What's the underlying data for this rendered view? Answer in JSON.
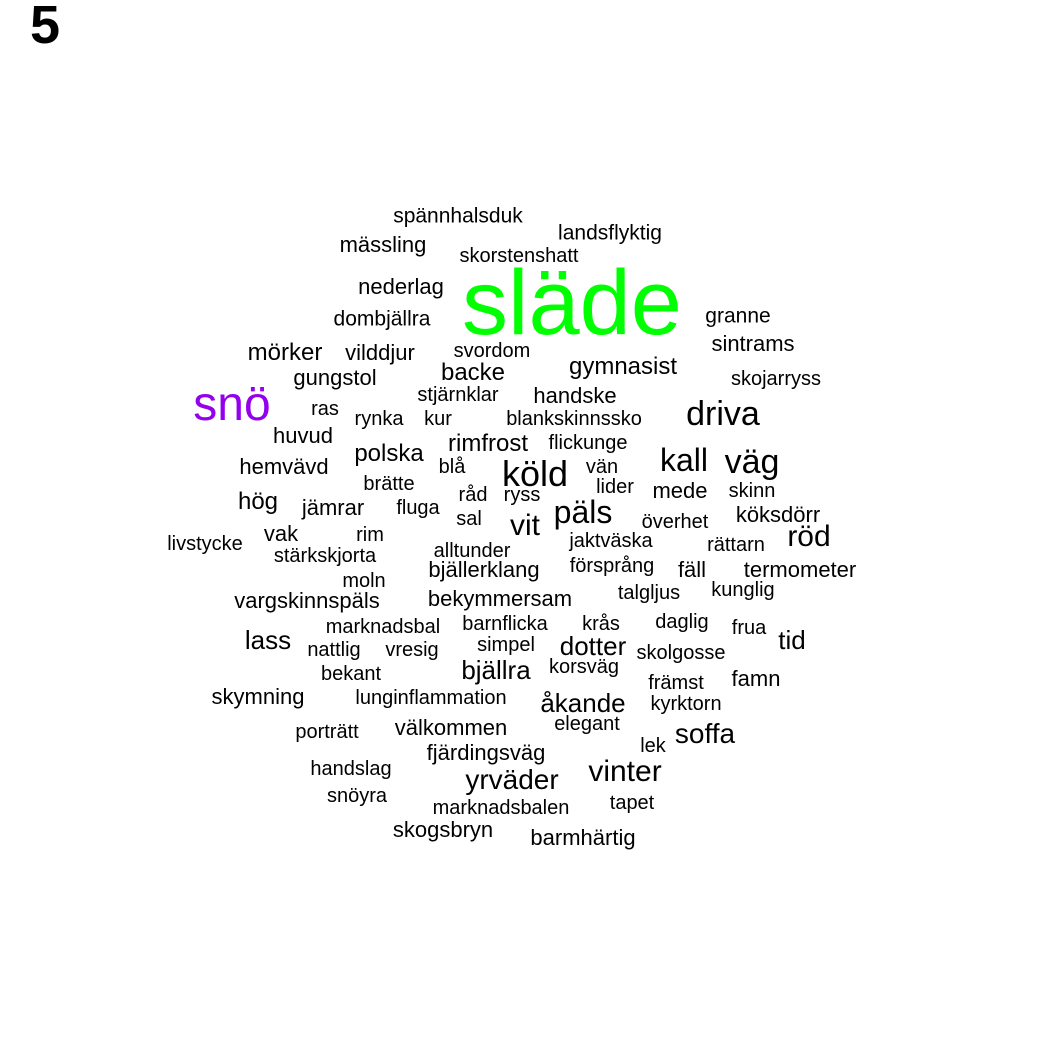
{
  "panel_label": "5",
  "word_cloud": {
    "colors": {
      "default": "#000000",
      "highlight_primary": "#00ff00",
      "highlight_secondary": "#9400ee"
    },
    "words": [
      {
        "text": "släde",
        "color": "#00ff00"
      },
      {
        "text": "snö",
        "color": "#9400ee"
      },
      {
        "text": "köld"
      },
      {
        "text": "driva"
      },
      {
        "text": "kall"
      },
      {
        "text": "väg"
      },
      {
        "text": "päls"
      },
      {
        "text": "vit"
      },
      {
        "text": "röd"
      },
      {
        "text": "vinter"
      },
      {
        "text": "yrväder"
      },
      {
        "text": "soffa"
      },
      {
        "text": "åkande"
      },
      {
        "text": "dotter"
      },
      {
        "text": "bjällra"
      },
      {
        "text": "lass"
      },
      {
        "text": "tid"
      },
      {
        "text": "hög"
      },
      {
        "text": "backe"
      },
      {
        "text": "gymnasist"
      },
      {
        "text": "polska"
      },
      {
        "text": "rimfrost"
      },
      {
        "text": "spännhalsduk"
      },
      {
        "text": "landsflyktig"
      },
      {
        "text": "mässling"
      },
      {
        "text": "skorstenshatt"
      },
      {
        "text": "nederlag"
      },
      {
        "text": "dombjällra"
      },
      {
        "text": "granne"
      },
      {
        "text": "sintrams"
      },
      {
        "text": "mörker"
      },
      {
        "text": "vilddjur"
      },
      {
        "text": "svordom"
      },
      {
        "text": "gungstol"
      },
      {
        "text": "skojarryss"
      },
      {
        "text": "stjärnklar"
      },
      {
        "text": "handske"
      },
      {
        "text": "ras"
      },
      {
        "text": "rynka"
      },
      {
        "text": "kur"
      },
      {
        "text": "blankskinnssko"
      },
      {
        "text": "huvud"
      },
      {
        "text": "flickunge"
      },
      {
        "text": "hemvävd"
      },
      {
        "text": "blå"
      },
      {
        "text": "vän"
      },
      {
        "text": "brätte"
      },
      {
        "text": "lider"
      },
      {
        "text": "mede"
      },
      {
        "text": "skinn"
      },
      {
        "text": "råd"
      },
      {
        "text": "ryss"
      },
      {
        "text": "jämrar"
      },
      {
        "text": "fluga"
      },
      {
        "text": "köksdörr"
      },
      {
        "text": "sal"
      },
      {
        "text": "överhet"
      },
      {
        "text": "vak"
      },
      {
        "text": "rim"
      },
      {
        "text": "livstycke"
      },
      {
        "text": "jaktväska"
      },
      {
        "text": "rättarn"
      },
      {
        "text": "stärkskjorta"
      },
      {
        "text": "alltunder"
      },
      {
        "text": "försprång"
      },
      {
        "text": "fäll"
      },
      {
        "text": "bjällerklang"
      },
      {
        "text": "termometer"
      },
      {
        "text": "moln"
      },
      {
        "text": "talgljus"
      },
      {
        "text": "kunglig"
      },
      {
        "text": "vargskinnspäls"
      },
      {
        "text": "bekymmersam"
      },
      {
        "text": "marknadsbal"
      },
      {
        "text": "barnflicka"
      },
      {
        "text": "krås"
      },
      {
        "text": "daglig"
      },
      {
        "text": "frua"
      },
      {
        "text": "nattlig"
      },
      {
        "text": "vresig"
      },
      {
        "text": "simpel"
      },
      {
        "text": "skolgosse"
      },
      {
        "text": "bekant"
      },
      {
        "text": "korsväg"
      },
      {
        "text": "främst"
      },
      {
        "text": "famn"
      },
      {
        "text": "skymning"
      },
      {
        "text": "lunginflammation"
      },
      {
        "text": "kyrktorn"
      },
      {
        "text": "porträtt"
      },
      {
        "text": "välkommen"
      },
      {
        "text": "elegant"
      },
      {
        "text": "lek"
      },
      {
        "text": "fjärdingsväg"
      },
      {
        "text": "handslag"
      },
      {
        "text": "snöyra"
      },
      {
        "text": "marknadsbalen"
      },
      {
        "text": "tapet"
      },
      {
        "text": "skogsbryn"
      },
      {
        "text": "barmhärtig"
      }
    ]
  }
}
